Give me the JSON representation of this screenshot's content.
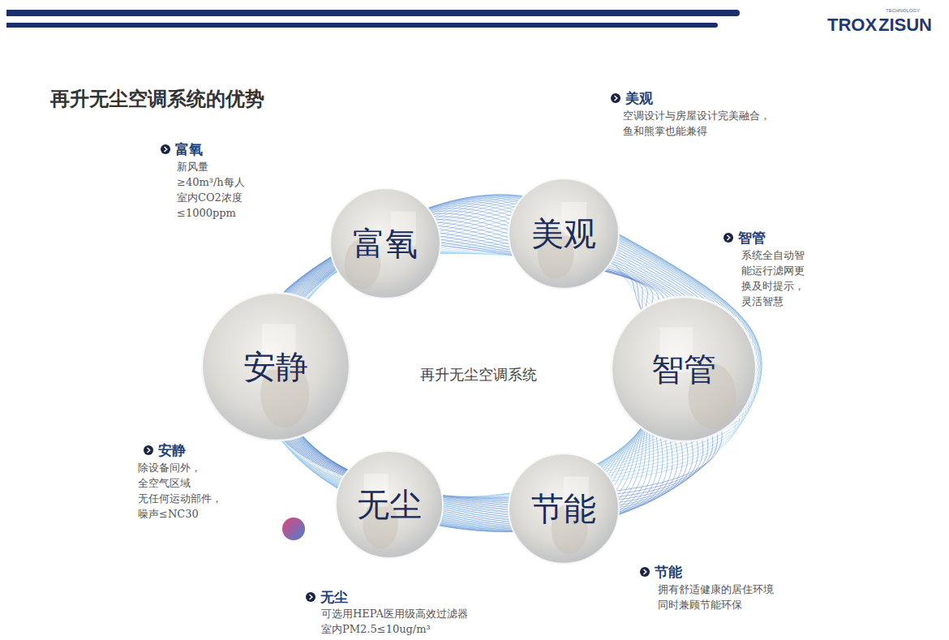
{
  "diagram": {
    "title": "再升无尘空调系统的优势",
    "nodes": [
      {
        "text": [
          "富氧"
        ]
      },
      {
        "text": [
          "美观"
        ]
      },
      {
        "text": [
          "安静"
        ]
      },
      {
        "text": [
          "智管"
        ]
      },
      {
        "text": [
          "无尘"
        ]
      },
      {
        "text": [
          "节能"
        ]
      }
    ],
    "labels": [
      "TECHNOLOGY",
      "TROX",
      "ZISUN",
      "再升无尘空调系统",
      "富氧",
      "新风量≥40m³/h每人 室内CO2浓度≤1000ppm",
      "美观",
      "空调设计与房屋设计完美融合， 鱼和熊掌也能兼得",
      "智管",
      "系统全自动智 能运行滤网更 换及时提示， 灵活智慧",
      "安静",
      "除设备间外， 全空气区域 无任何运动部件， 噪声≤NC30",
      "无尘",
      "可选用HEPA医用级高效过滤器 室内PM2.5≤10ug/m³",
      "节能",
      "拥有舒适健康的居住环境 同时兼顾节能环保"
    ]
  }
}
